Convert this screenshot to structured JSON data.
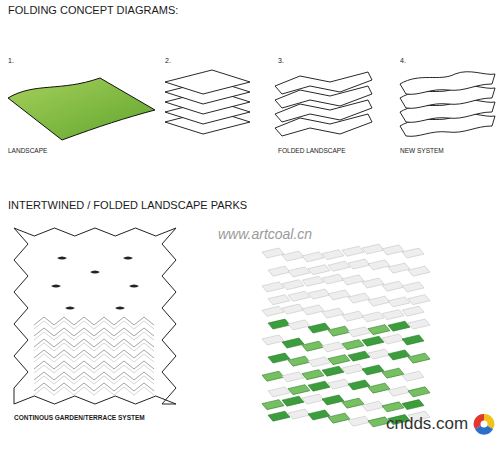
{
  "diagram": {
    "title": "FOLDING CONCEPT DIAGRAMS:",
    "labels": [
      "1.",
      "LANDSCAPE",
      "2.",
      "3.",
      "FOLDED LANDSCAPE",
      "4.",
      "NEW SYSTEM",
      "INTERTWINED / FOLDED LANDSCAPE PARKS",
      "CONTINOUS GARDEN/TERRACE SYSTEM",
      "www.artcoal.cn",
      "cndds.com"
    ]
  }
}
